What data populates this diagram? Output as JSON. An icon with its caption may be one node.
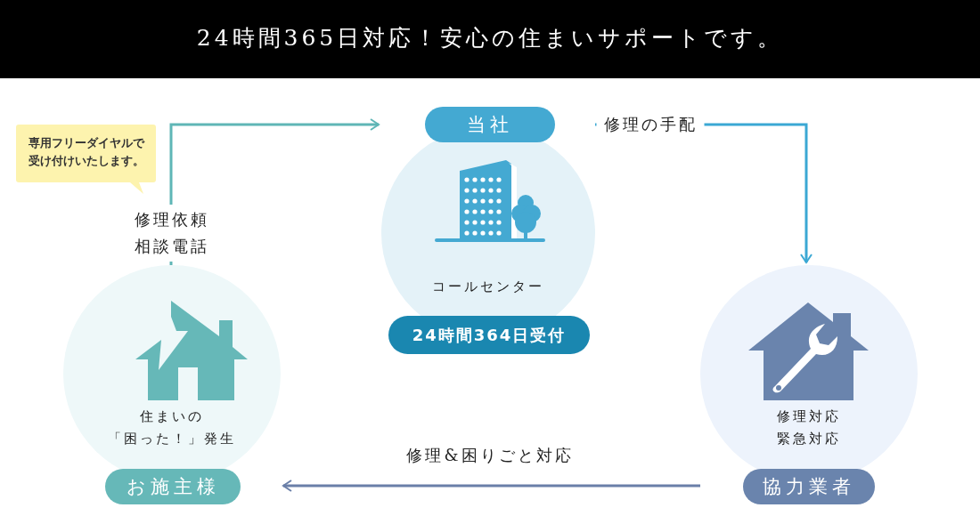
{
  "diagram": {
    "title": "24時間365日対応！安心の住まいサポートです。",
    "nodes": [
      {
        "text": [
          "住まいの「困った！」発生",
          "お施主様"
        ]
      },
      {
        "text": [
          "当社",
          "コールセンター",
          "24時間364日受付"
        ]
      },
      {
        "text": [
          "修理対応緊急対応",
          "協力業者"
        ]
      },
      {
        "text": [
          "専用フリーダイヤルで受け付けいたします。"
        ]
      }
    ],
    "edges": [
      {
        "from": 0,
        "to": 1,
        "arrow": "to",
        "label": "修理依頼相談電話",
        "color": "#5fb6b6"
      },
      {
        "from": 1,
        "to": 2,
        "arrow": "to",
        "label": "修理の手配",
        "color": "#3ba8d4"
      },
      {
        "from": 2,
        "to": 0,
        "arrow": "to",
        "label": "修理&困りごと対応",
        "color": "#6a7fa8"
      }
    ]
  }
}
